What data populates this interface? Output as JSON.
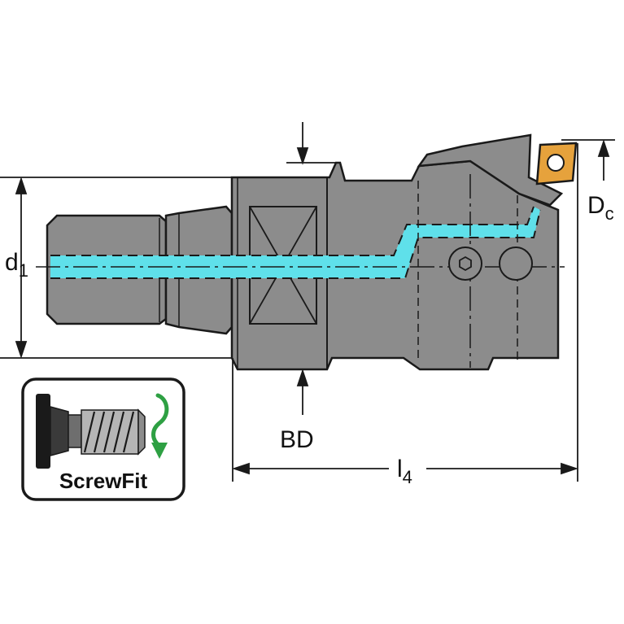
{
  "labels": {
    "d1_main": "d",
    "d1_sub": "1",
    "dc_main": "D",
    "dc_sub": "c",
    "bd": "BD",
    "l4_main": "l",
    "l4_sub": "4"
  },
  "badge": {
    "text": "ScrewFit"
  },
  "colors": {
    "body_gray": "#8c8c8c",
    "coolant_cyan": "#5fe0ea",
    "insert_gold": "#e6a23c",
    "arrow_green": "#2ea043",
    "line_dark": "#1a1a1a"
  }
}
